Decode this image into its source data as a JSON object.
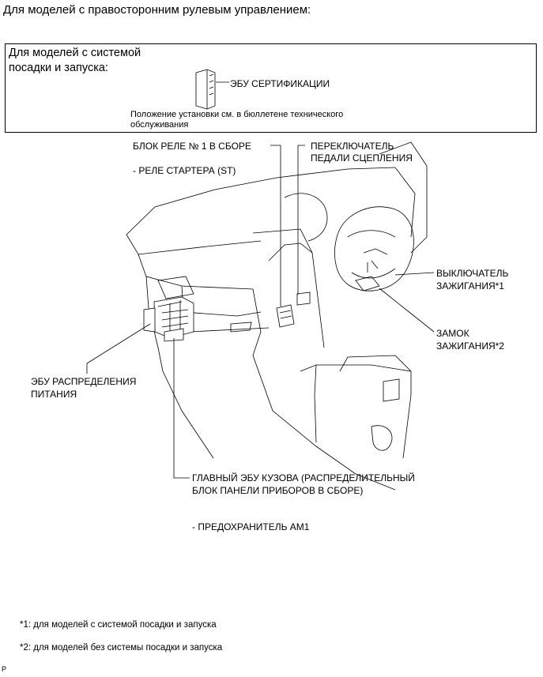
{
  "heading": "Для моделей с правосторонним рулевым управлением:",
  "box": {
    "line1": "Для моделей с системой",
    "line2": "посадки и запуска:",
    "ecu_label": "ЭБУ СЕРТИФИКАЦИИ",
    "note_line1": "Положение установки см. в бюллетене технического",
    "note_line2": "обслуживания"
  },
  "labels": {
    "relay_block": "БЛОК РЕЛЕ № 1 В СБОРЕ",
    "starter_relay": "- РЕЛЕ СТАРТЕРА (ST)",
    "clutch_switch_1": "ПЕРЕКЛЮЧАТЕЛЬ",
    "clutch_switch_2": "ПЕДАЛИ СЦЕПЛЕНИЯ",
    "ignition_switch_1": "ВЫКЛЮЧАТЕЛЬ",
    "ignition_switch_2": "ЗАЖИГАНИЯ*1",
    "ignition_lock_1": "ЗАМОК",
    "ignition_lock_2": "ЗАЖИГАНИЯ*2",
    "power_ecu_1": "ЭБУ РАСПРЕДЕЛЕНИЯ",
    "power_ecu_2": "ПИТАНИЯ",
    "body_ecu_1": "ГЛАВНЫЙ ЭБУ КУЗОВА (РАСПРЕДЕЛИТЕЛЬНЫЙ",
    "body_ecu_2": "БЛОК ПАНЕЛИ ПРИБОРОВ В СБОРЕ)",
    "fuse": "- ПРЕДОХРАНИТЕЛЬ AM1"
  },
  "footnotes": {
    "note1": "*1: для моделей с системой посадки и запуска",
    "note2": "*2: для моделей без системы посадки и запуска"
  },
  "corner_mark": "P"
}
